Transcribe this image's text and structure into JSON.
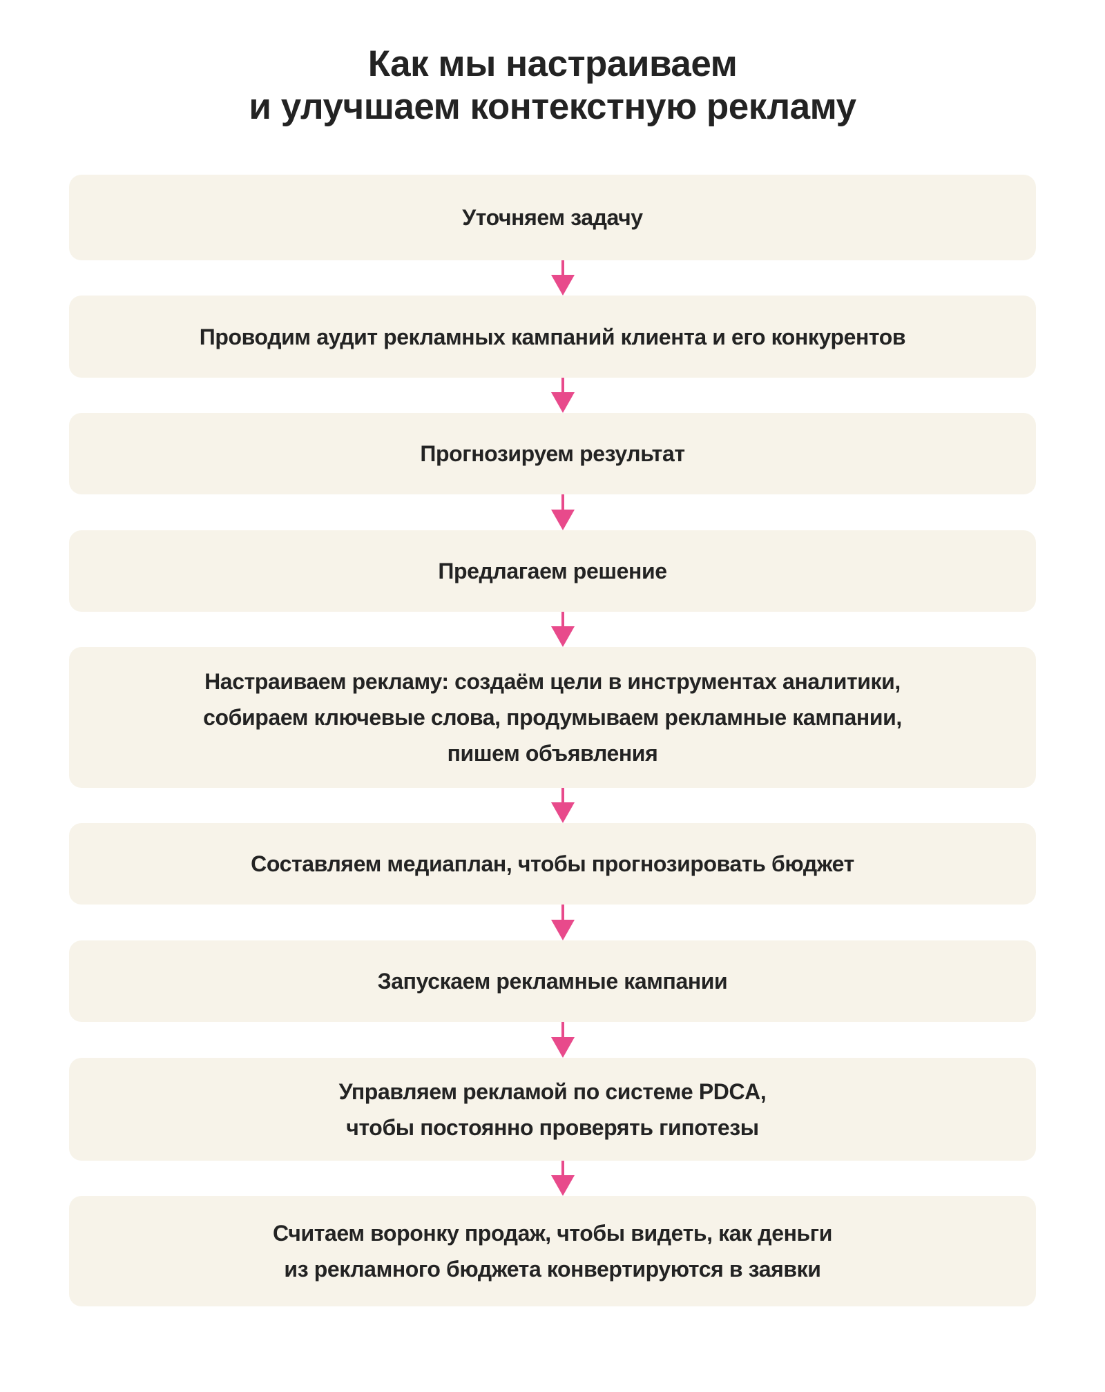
{
  "title": "Как мы настраиваем\nи улучшаем контекстную рекламу",
  "steps": [
    {
      "label": "Уточняем задачу"
    },
    {
      "label": "Проводим аудит рекламных кампаний клиента и его конкурентов"
    },
    {
      "label": "Прогнозируем результат"
    },
    {
      "label": "Предлагаем решение"
    },
    {
      "label": "Настраиваем рекламу: создаём цели в инструментах аналитики,\nсобираем ключевые слова, продумываем рекламные кампании,\nпишем объявления"
    },
    {
      "label": "Составляем медиаплан, чтобы прогнозировать бюджет"
    },
    {
      "label": "Запускаем рекламные кампании"
    },
    {
      "label": "Управляем рекламой по системе PDCA,\nчтобы постоянно проверять гипотезы"
    },
    {
      "label": "Считаем воронку продаж, чтобы видеть, как деньги\nиз рекламного бюджета конвертируются в заявки"
    }
  ],
  "colors": {
    "box": "#f7f3e9",
    "arrow": "#e84a8b",
    "text": "#232323"
  }
}
